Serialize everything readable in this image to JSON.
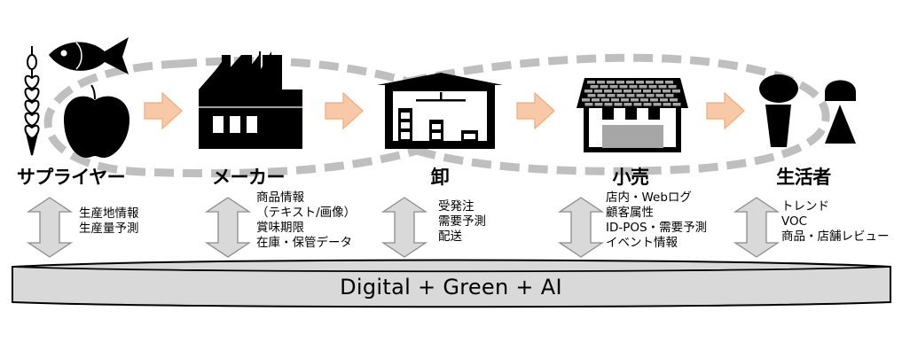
{
  "diagram": {
    "title_hidden": "",
    "stages": [
      {
        "id": "supplier",
        "label": "サプライヤー",
        "icon": "produce-icon (wheat, fish, apple)",
        "data_items": [
          "生産地情報",
          "生産量予測"
        ]
      },
      {
        "id": "maker",
        "label": "メーカー",
        "icon": "factory-icon",
        "data_items": [
          "商品情報",
          "（テキスト/画像）",
          "賞味期限",
          "在庫・保管データ"
        ]
      },
      {
        "id": "wholesale",
        "label": "卸",
        "icon": "warehouse-icon",
        "data_items": [
          "受発注",
          "需要予測",
          "配送"
        ]
      },
      {
        "id": "retail",
        "label": "小売",
        "icon": "store-icon",
        "data_items": [
          "店内・Webログ",
          "顧客属性",
          "ID-POS・需要予測",
          "イベント情報"
        ]
      },
      {
        "id": "consumer",
        "label": "生活者",
        "icon": "people-icon",
        "data_items": [
          "トレンド",
          "VOC",
          "商品・店舗レビュー"
        ]
      }
    ],
    "flow_arrow_count": 4,
    "foundation_label": "Digital + Green + AI",
    "colors": {
      "flow_arrow_fill": "#f8c9a6",
      "flow_arrow_stroke": "#f4ab78",
      "loop_dash": "#bfbfbf",
      "data_arrow_fill": "#d9d9d9",
      "data_arrow_stroke": "#8c8c8c",
      "band_fill": "#d9d9d9",
      "icon": "#000000",
      "store_roof_tiles": "#a6a6a6"
    }
  }
}
